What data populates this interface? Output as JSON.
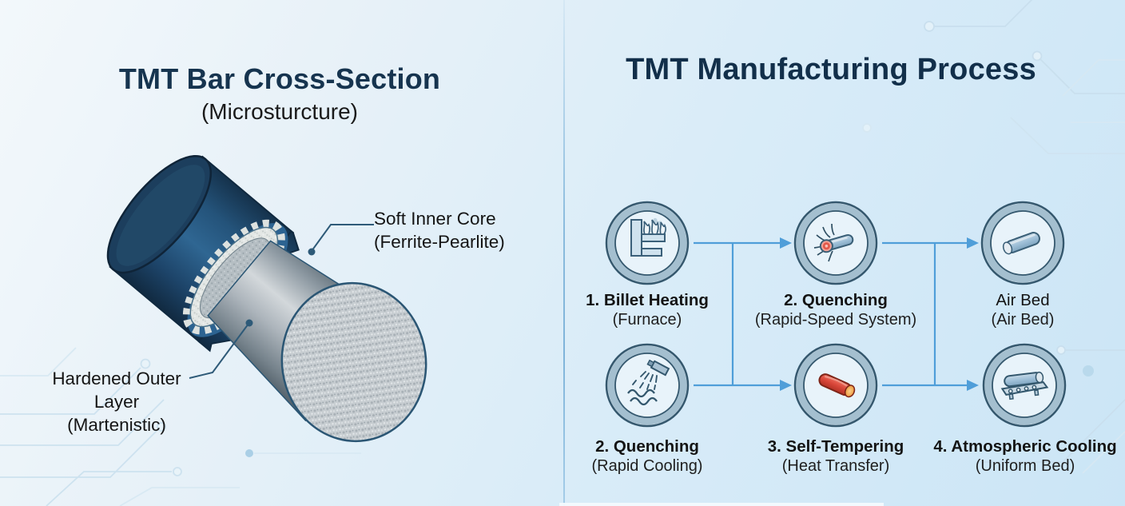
{
  "left_panel": {
    "title": "TMT Bar Cross-Section",
    "subtitle": "(Microsturcture)",
    "callouts": [
      {
        "title": "Soft Inner Core",
        "detail": "(Ferrite-Pearlite)"
      },
      {
        "title": "Hardened Outer Layer",
        "detail": "(Martenistic)"
      }
    ]
  },
  "right_panel": {
    "title": "TMT Manufacturing Process",
    "steps": [
      {
        "label": "1. Billet Heating",
        "detail": "(Furnace)",
        "icon": "furnace-icon"
      },
      {
        "label": "2. Quenching",
        "detail": "(Rapid-Speed System)",
        "icon": "quenched-rod-spray-icon"
      },
      {
        "label": "Air Bed",
        "detail": "(Air Bed)",
        "icon": "steel-rod-icon"
      },
      {
        "label": "2. Quenching",
        "detail": "(Rapid Cooling)",
        "icon": "water-spray-icon"
      },
      {
        "label": "3. Self-Tempering",
        "detail": "(Heat Transfer)",
        "icon": "hot-rod-icon"
      },
      {
        "label": "4. Atmospheric Cooling",
        "detail": "(Uniform Bed)",
        "icon": "cooling-bed-icon"
      }
    ]
  },
  "colors": {
    "title_navy": "#16344f",
    "text_black": "#161616",
    "arrow_blue": "#4f9ed9",
    "ring_band": "#a4bfcf",
    "ring_outline": "#35586e",
    "bar_outer_navy": "#1d4165",
    "bar_core_gray": "#c9cfd2",
    "hot_red": "#d9473a",
    "hot_orange": "#ee9a3f",
    "divider_blue": "#7fb4da",
    "circuit_trace": "#c9dfee",
    "background_light": "#d9ecf8"
  }
}
